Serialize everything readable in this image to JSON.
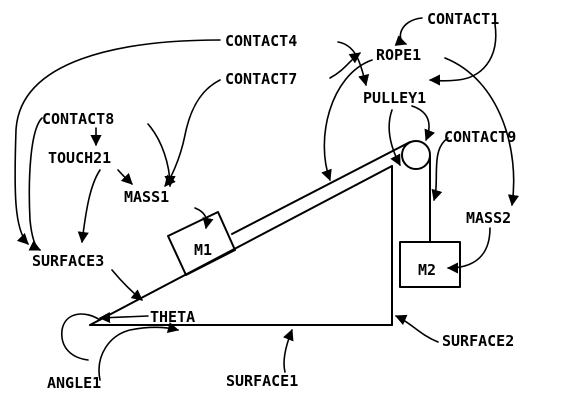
{
  "labels": {
    "contact1": "CONTACT1",
    "contact4": "CONTACT4",
    "rope1": "ROPE1",
    "contact7": "CONTACT7",
    "pulley1": "PULLEY1",
    "contact8": "CONTACT8",
    "contact9": "CONTACT9",
    "touch21": "TOUCH21",
    "mass1": "MASS1",
    "mass2": "MASS2",
    "m1": "M1",
    "m2": "M2",
    "surface3": "SURFACE3",
    "theta": "THETA",
    "surface2": "SURFACE2",
    "angle1": "ANGLE1",
    "surface1": "SURFACE1"
  }
}
